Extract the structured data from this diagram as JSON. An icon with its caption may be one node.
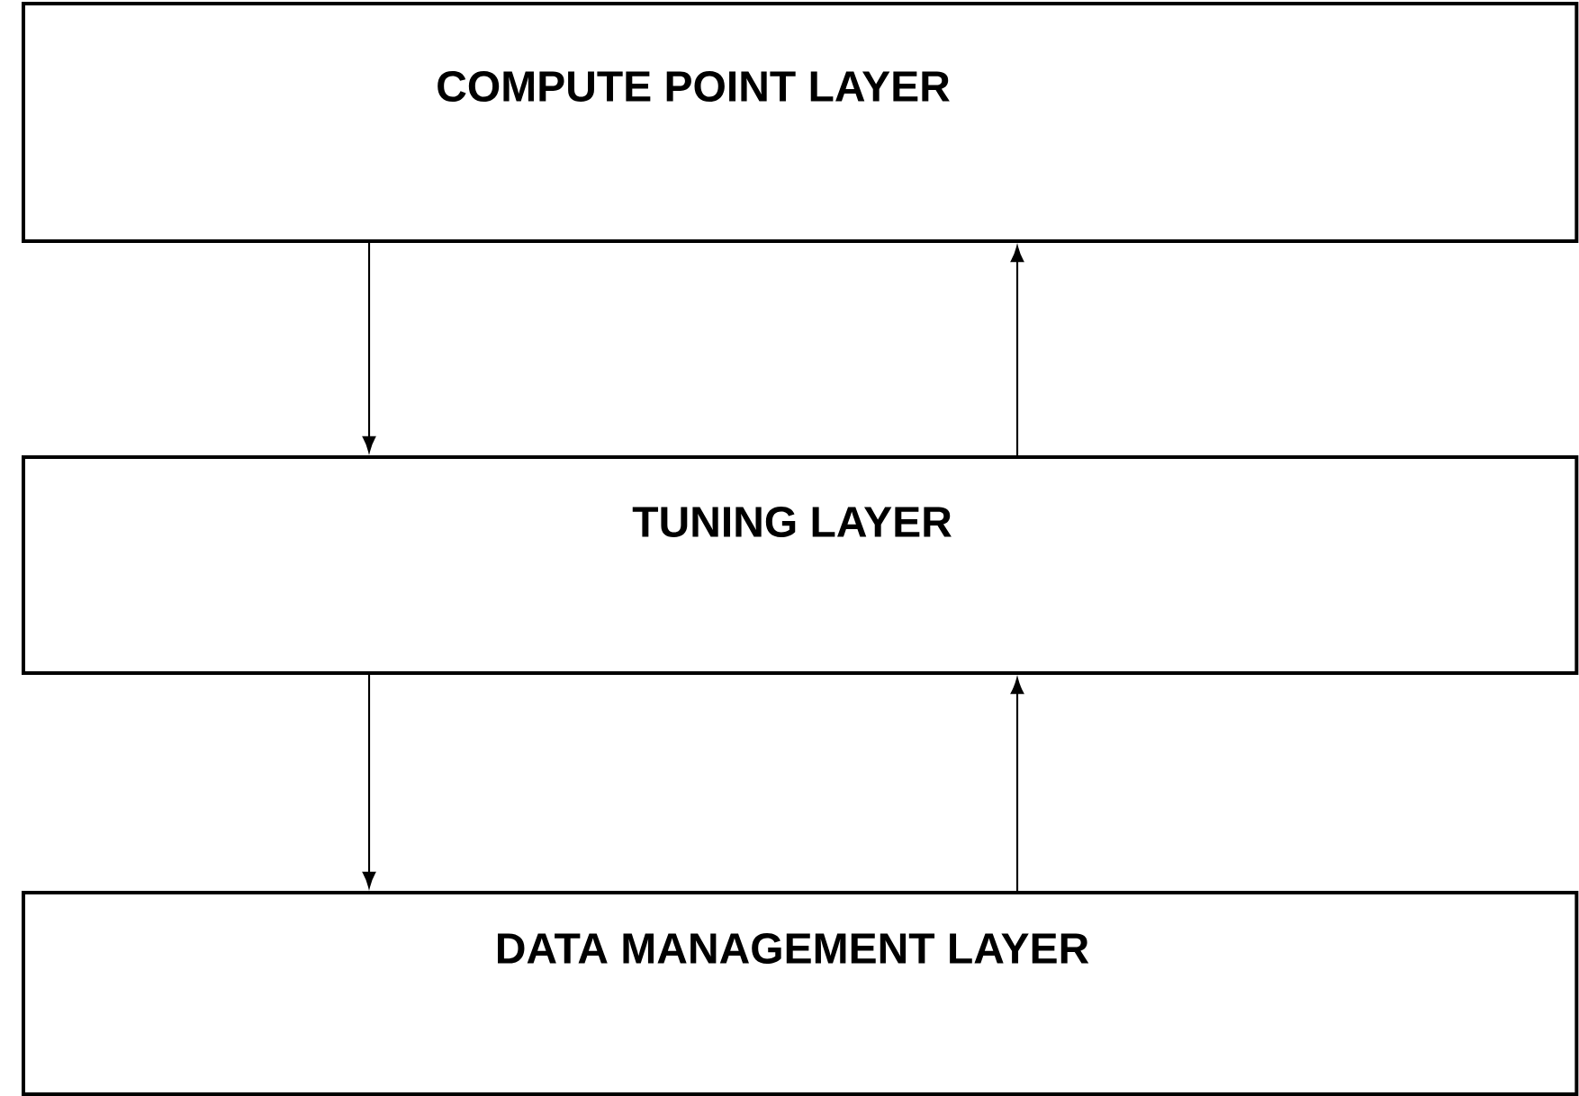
{
  "diagram": {
    "nodes": [
      {
        "text": [
          "COMPUTE POINT LAYER"
        ]
      },
      {
        "text": [
          "TUNING LAYER"
        ]
      },
      {
        "text": [
          "DATA MANAGEMENT LAYER"
        ]
      }
    ],
    "edges": [
      {
        "from": 0,
        "to": 1,
        "arrow": "to"
      },
      {
        "from": 1,
        "to": 0,
        "arrow": "to"
      },
      {
        "from": 1,
        "to": 2,
        "arrow": "to"
      },
      {
        "from": 2,
        "to": 1,
        "arrow": "to"
      }
    ]
  }
}
